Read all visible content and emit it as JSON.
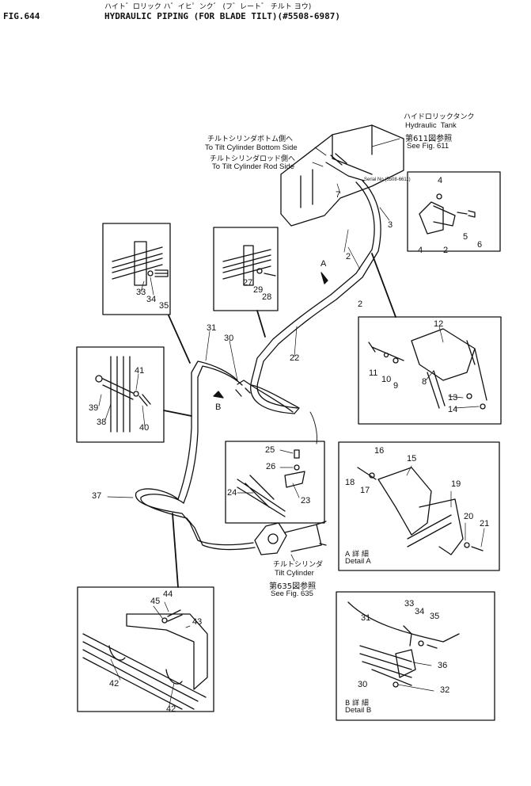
{
  "header": {
    "fig_no": "FIG.644",
    "title_jp": "ハイト゛ロリック ハ゛イヒ゜ンク゛ (フ゛レート゛ チルト ヨウ)",
    "title": "HYDRAULIC PIPING (FOR BLADE TILT)(#5508-6987)"
  },
  "notes": {
    "tank_jp": "ハイドロリックタンク",
    "tank_en": "Hydraulic  Tank",
    "tank_ref_jp": "第611図参照",
    "tank_ref_en": "See Fig. 611",
    "bottom_jp": "チルトシリンダボトム側へ",
    "bottom_en": "To Tilt Cylinder Bottom Side",
    "rod_jp": "チルトシリンダロッド側へ",
    "rod_en": "To Tilt Cylinder Rod Side",
    "serial": "Serial No.(5508-6611)",
    "cyl_jp": "チルトシリンダ",
    "cyl_en": "Tilt Cylinder",
    "cyl_ref_jp": "第635図参照",
    "cyl_ref_en": "See Fig. 635",
    "detail_a_jp": "A 詳 細",
    "detail_a_en": "Detail A",
    "detail_b_jp": "B 詳 細",
    "detail_b_en": "Detail B",
    "view_a": "A",
    "view_b": "B"
  },
  "callouts": {
    "c2a": "2",
    "c2b": "2",
    "c3": "3",
    "c4a": "4",
    "c4b": "4",
    "c2c": "2",
    "c5": "5",
    "c6": "6",
    "c7": "7",
    "c33": "33",
    "c34": "34",
    "c35": "35",
    "c27": "27",
    "c29": "29",
    "c28": "28",
    "c31": "31",
    "c30": "30",
    "c22": "22",
    "c12": "12",
    "c11": "11",
    "c10": "10",
    "c9": "9",
    "c8": "8",
    "c13": "13",
    "c14": "14",
    "c41": "41",
    "c39": "39",
    "c38": "38",
    "c40": "40",
    "c25": "25",
    "c26": "26",
    "c24": "24",
    "c23": "23",
    "c37": "37",
    "c16": "16",
    "c15": "15",
    "c18": "18",
    "c17": "17",
    "c19": "19",
    "c20": "20",
    "c21": "21",
    "c44": "44",
    "c45": "45",
    "c43": "43",
    "c42a": "42",
    "c42b": "42",
    "c31b": "31",
    "c33b": "33",
    "c34b": "34",
    "c35b": "35",
    "c36": "36",
    "c30b": "30",
    "c32": "32"
  }
}
